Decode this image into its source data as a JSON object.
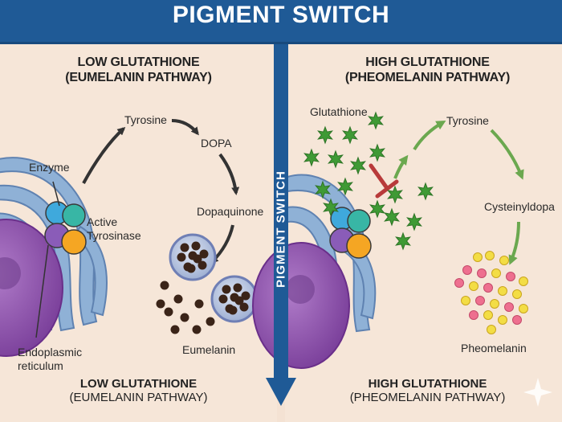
{
  "title": "PIGMENT SWITCH",
  "center_label": "PIGMENT SWITCH",
  "left_panel": {
    "heading_line1": "LOW GLUTATHIONE",
    "heading_line2": "(EUMELANIN PATHWAY)",
    "labels": {
      "tyrosine": "Tyrosine",
      "dopa": "DOPA",
      "dopaquinone": "Dopaquinone",
      "eumelanin": "Eumelanin",
      "enzyme": "Enzyme",
      "active_line1": "Active",
      "active_line2": "Tyrosinase",
      "er_line1": "Endoplasmic",
      "er_line2": "reticulum"
    },
    "footer_line1": "LOW GLUTATHIONE",
    "footer_line2": "(EUMELANIN PATHWAY)"
  },
  "right_panel": {
    "heading_line1": "HIGH GLUTATHIONE",
    "heading_line2": "(PHEOMELANIN PATHWAY)",
    "labels": {
      "glutathione": "Glutathione",
      "tyrosine": "Tyrosine",
      "cysteinyldopa": "Cysteinyldopa",
      "pheomelanin": "Pheomelanin"
    },
    "footer_line1": "HIGH GLUTATHIONE",
    "footer_line2": "(PHEOMELANIN PATHWAY)"
  },
  "colors": {
    "banner": "#1f5a96",
    "panel_background": "#f4e2d3",
    "nucleus": "#9a62b7",
    "er": "#8fb1d6",
    "eumelanin": "#3b2418",
    "glutathione": "#3f9a35",
    "inhibitor": "#b83a3a",
    "pheomelanin_yellow": "#f3dd45",
    "pheomelanin_pink": "#ee6f8f",
    "enzyme_blue": "#3fa9dc",
    "enzyme_teal": "#38b6a5",
    "enzyme_purple": "#8a5cb8",
    "enzyme_orange": "#f5a623"
  }
}
